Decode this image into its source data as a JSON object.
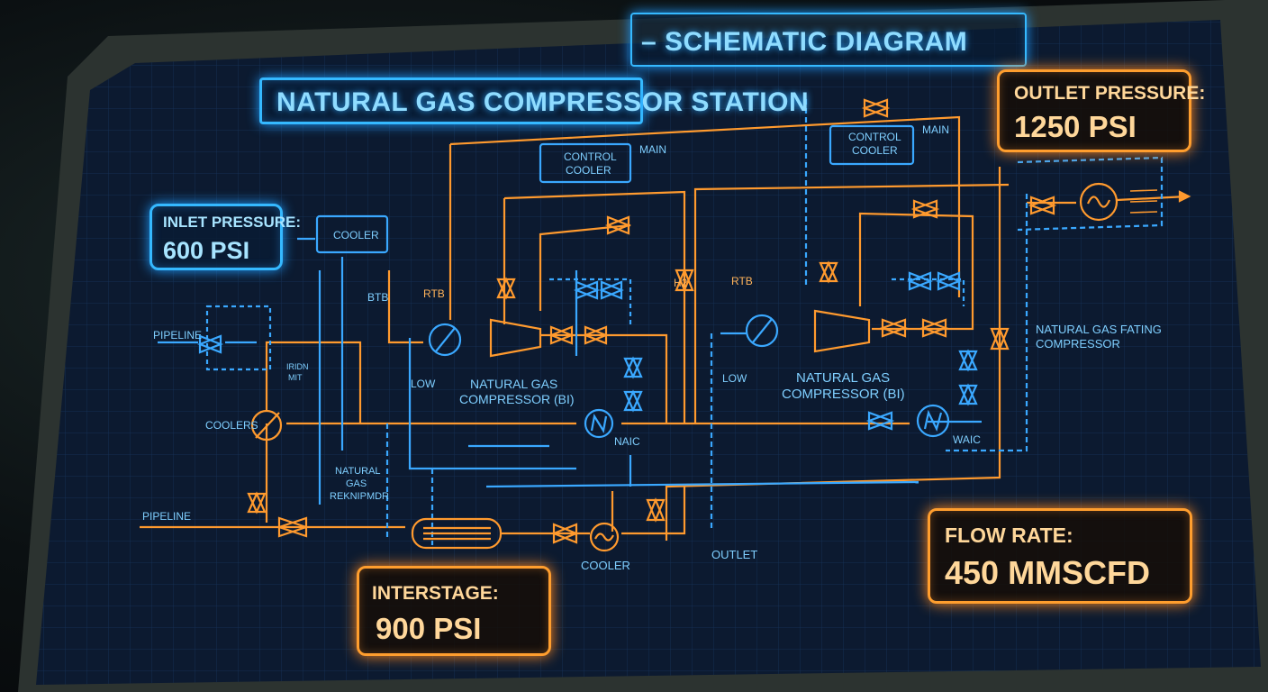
{
  "title": {
    "line1": "NATURAL GAS COMPRESSOR STATION",
    "line2": "– SCHEMATIC DIAGRAM"
  },
  "readouts": {
    "inlet": {
      "label": "INLET PRESSURE:",
      "value": "600 PSI"
    },
    "outlet": {
      "label": "OUTLET PRESSURE:",
      "value": "1250 PSI"
    },
    "interstage": {
      "label": "INTERSTAGE:",
      "value": "900 PSI"
    },
    "flow": {
      "label": "FLOW RATE:",
      "value": "450 MMSCFD"
    }
  },
  "diagram_labels": {
    "cooler_top_left": "COOLER",
    "control_cooler_1a": "CONTROL",
    "control_cooler_1b": "COOLER",
    "main_1": "MAIN",
    "control_cooler_2a": "CONTROL",
    "control_cooler_2b": "COOLER",
    "main_2": "MAIN",
    "pipeline_upper": "PIPELINE",
    "pipeline_lower": "PIPELINE",
    "coolers": "COOLERS",
    "btb": "BTB",
    "rtb_1": "RTB",
    "rtb_2": "RTB",
    "h2": "H2",
    "low_1": "LOW",
    "low_2": "LOW",
    "compressor_1a": "NATURAL GAS",
    "compressor_1b": "COMPRESSOR (BI)",
    "compressor_2a": "NATURAL GAS",
    "compressor_2b": "COMPRESSOR (BI)",
    "naic": "NAIC",
    "waic": "WAIC",
    "reknip_a": "NATURAL",
    "reknip_b": "GAS",
    "reknip_c": "REKNIPMDR",
    "fating_a": "NATURAL GAS FATING",
    "fating_b": "COMPRESSOR",
    "cooler_bottom": "COOLER",
    "outlet_bottom": "OUTLET",
    "small_1": "IRIDN",
    "small_2": "MIT"
  },
  "colors": {
    "blue_line": "#3aa8ff",
    "orange_line": "#ff9a2e",
    "panel_bg": "#0b1a33"
  }
}
